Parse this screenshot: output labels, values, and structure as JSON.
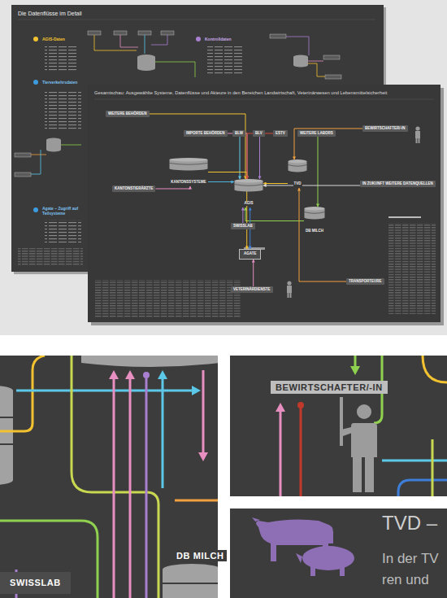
{
  "diagram": {
    "nodes": [
      {
        "text": [
          "Die Datenflüsse im Detail"
        ]
      },
      {
        "text": [
          "Gesamtschau: Ausgewählte Systeme, Datenflüsse und Akteure in den Bereichen Landwirtschaft, Veterinärwesen und Lebensmittelsicherheit"
        ]
      },
      {
        "text": [
          "WEITERE BEHÖRDEN"
        ],
        "in": 1
      },
      {
        "text": [
          "IMPORTE BEHÖRDEN"
        ],
        "in": 1
      },
      {
        "text": [
          "BLW"
        ],
        "in": 1
      },
      {
        "text": [
          "BLV"
        ],
        "in": 1
      },
      {
        "text": [
          "ESTV"
        ],
        "in": 1
      },
      {
        "text": [
          "WEITERE LABORS"
        ],
        "in": 1
      },
      {
        "text": [
          "BEWIRTSCHAFTER/-IN"
        ],
        "in": 1
      },
      {
        "text": [
          "KANTONSSYSTEME"
        ],
        "in": 1
      },
      {
        "text": [
          "AGIS"
        ],
        "in": 1
      },
      {
        "text": [
          "TVD"
        ],
        "in": 1
      },
      {
        "text": [
          "IN ZUKUNFT WEITERE DATENQUELLEN"
        ],
        "in": 1
      },
      {
        "text": [
          "KANTONSTIERÄRZTE"
        ],
        "in": 1
      },
      {
        "text": [
          "DB MILCH"
        ],
        "in": 1
      },
      {
        "text": [
          "SWISSLAB"
        ],
        "in": 1
      },
      {
        "text": [
          "AGATE"
        ],
        "in": 1
      },
      {
        "text": [
          "TRANSPORTEURE"
        ],
        "in": 1
      },
      {
        "text": [
          "VETERINÄRDIENSTE"
        ],
        "in": 1
      },
      {
        "text": [
          "SWISSLAB"
        ]
      },
      {
        "text": [
          "DB MILCH"
        ]
      },
      {
        "text": [
          "BEWIRTSCHAFTER/-IN"
        ]
      }
    ],
    "edges": [
      {
        "from": 2,
        "to": 10,
        "arrow": "to"
      },
      {
        "from": 3,
        "to": 10,
        "arrow": "to"
      },
      {
        "from": 4,
        "to": 10,
        "arrow": "to"
      },
      {
        "from": 5,
        "to": 10,
        "arrow": "to"
      },
      {
        "from": 7,
        "to": 14,
        "arrow": "to"
      },
      {
        "from": 8,
        "to": 11,
        "arrow": "to"
      },
      {
        "from": 9,
        "to": 10,
        "arrow": "to"
      },
      {
        "from": 11,
        "to": 10,
        "arrow": "to"
      },
      {
        "from": 13,
        "to": 9,
        "arrow": "to"
      },
      {
        "from": 12,
        "to": 10,
        "arrow": "to"
      },
      {
        "from": 14,
        "to": 10,
        "arrow": "to"
      },
      {
        "from": 15,
        "to": 10,
        "arrow": "to"
      },
      {
        "from": 16,
        "to": 10,
        "arrow": "both"
      },
      {
        "from": 17,
        "to": 11,
        "arrow": "to"
      },
      {
        "from": 18,
        "to": 16,
        "arrow": "to"
      },
      {
        "from": 9,
        "to": 16,
        "arrow": "to"
      },
      {
        "from": 6,
        "to": 10,
        "arrow": "to"
      }
    ],
    "labels": [
      "AGIS-Daten",
      "Kontrolldaten",
      "Tierverkehrsdaten",
      "Agate – Zugriff auf Teilsysteme",
      "TVD –",
      "In der TV",
      "ren und"
    ]
  }
}
